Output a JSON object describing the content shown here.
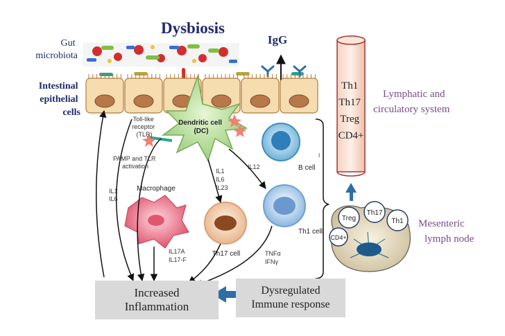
{
  "title": "Dysbiosis",
  "left_labels": {
    "gut_microbiota": [
      "Gut",
      "microbiota"
    ],
    "epithelial": [
      "Intestinal",
      "epithelial",
      "cells"
    ]
  },
  "igg": "IgG",
  "cells": {
    "tlr": [
      "Toll-like",
      "receptor",
      "(TLR)"
    ],
    "dendritic": [
      "Dendritic cell",
      "(DC)"
    ],
    "pamp": [
      "PAMP and TLR",
      "activation"
    ],
    "b_cell": "B cell",
    "macrophage": "Macrophage",
    "th17_cell": "Th17 cell",
    "th1_cell": "Th1 cell"
  },
  "cytokines": {
    "il1_il6_left": [
      "IL1",
      "IL6"
    ],
    "il1_il6_il23": [
      "IL1",
      "IL6",
      "IL23"
    ],
    "il12": "IL12",
    "il17": [
      "IL17A",
      "IL17-F"
    ],
    "tnf_ifn": [
      "TNFα",
      "IFNγ"
    ]
  },
  "bracket_mark": "I",
  "lymphatic": {
    "tube_labels": [
      "Th1",
      "Th17",
      "Treg",
      "CD4+"
    ],
    "system_label": [
      "Lymphatic and",
      "circulatory system"
    ]
  },
  "lymph_node": {
    "cells": [
      "Treg",
      "Th17",
      "Th1",
      "CD4+"
    ],
    "label": [
      "Mesenteric",
      "lymph node"
    ]
  },
  "boxes": {
    "inflammation": [
      "Increased",
      "Inflammation"
    ],
    "immune": [
      "Dysregulated",
      "Immune response"
    ]
  },
  "colors": {
    "title": "#1f2a6b",
    "purple": "#7b4a8a",
    "arrow_blue": "#2e6ea6",
    "box_gray": "#d9d9d9"
  }
}
